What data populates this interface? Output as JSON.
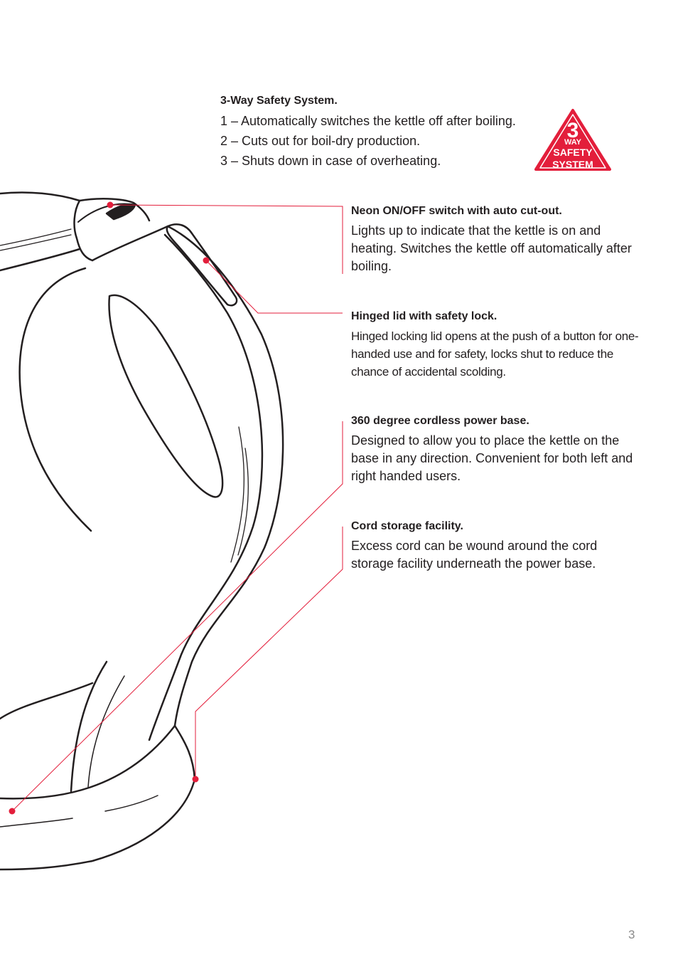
{
  "safety_system": {
    "heading": "3-Way Safety System.",
    "items": [
      "1 – Automatically switches the kettle off after boiling.",
      "2 – Cuts out for boil-dry production.",
      "3 – Shuts down in case of overheating."
    ],
    "badge": {
      "number": "3",
      "way": "WAY",
      "line1": "SAFETY",
      "line2": "SYSTEM",
      "color": "#e31e3b"
    }
  },
  "features": [
    {
      "title": "Neon ON/OFF switch with auto cut-out.",
      "description": "Lights up to indicate that the kettle is on and heating. Switches the kettle off automatically after boiling."
    },
    {
      "title": "Hinged lid with safety lock.",
      "description": "Hinged locking lid opens at the push of a button for one-handed use and for safety, locks shut to reduce the chance of accidental scolding."
    },
    {
      "title": "360 degree cordless power base.",
      "description": "Designed to allow you to place the kettle on the base in any direction. Convenient for both left and right handed users."
    },
    {
      "title": "Cord storage facility.",
      "description": "Excess cord can be wound around the cord storage facility underneath the power base."
    }
  ],
  "page_number": "3",
  "colors": {
    "callout": "#e31e3b",
    "text": "#231f20",
    "line_art": "#231f20"
  }
}
